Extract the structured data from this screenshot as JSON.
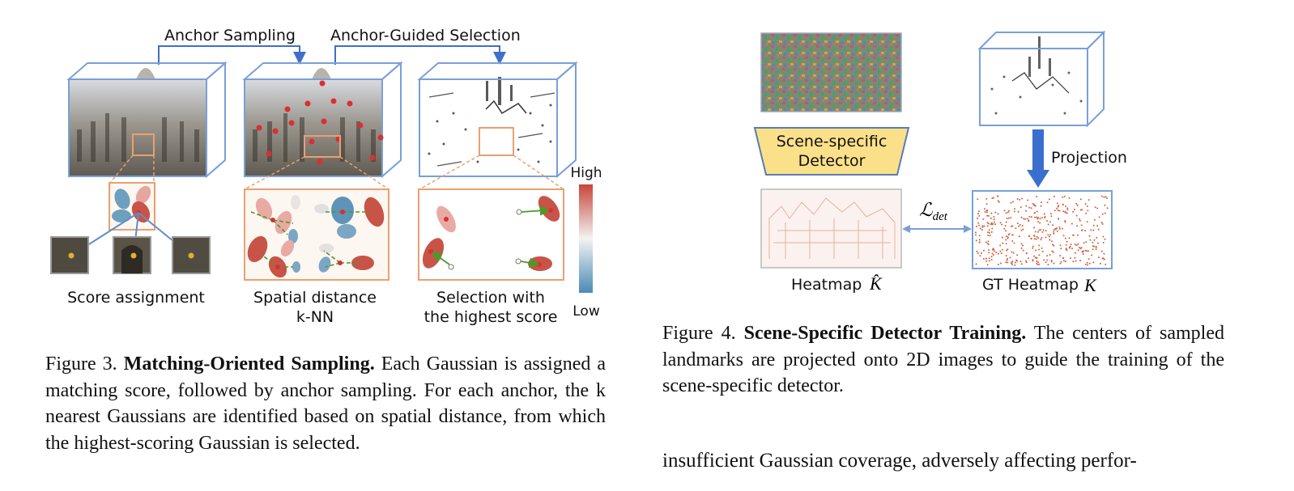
{
  "figure3": {
    "top_labels": {
      "anchor_sampling": "Anchor Sampling",
      "anchor_guided_selection": "Anchor-Guided Selection"
    },
    "panel_labels": {
      "score_assignment": "Score assignment",
      "spatial_distance_line1": "Spatial distance",
      "spatial_distance_line2": "k-NN",
      "selection_line1": "Selection with",
      "selection_line2": "the highest score"
    },
    "colorbar": {
      "high": "High",
      "low": "Low",
      "high_color": "#c8453a",
      "low_color": "#4a8bb5"
    },
    "caption": {
      "label": "Figure 3.",
      "title": "Matching-Oriented Sampling.",
      "text": "Each Gaussian is assigned a matching score, followed by anchor sampling. For each anchor, the k nearest Gaussians are identified based on spatial distance, from which the highest-scoring Gaussian is selected."
    }
  },
  "figure4": {
    "detector_label_line1": "Scene-specific",
    "detector_label_line2": "Detector",
    "projection_label": "Projection",
    "loss_label": "ℒ",
    "loss_subscript": "det",
    "heatmap_label": "Heatmap",
    "heatmap_symbol": "K̂",
    "gt_heatmap_label": "GT Heatmap",
    "gt_heatmap_symbol": "K",
    "caption": {
      "label": "Figure 4.",
      "title": "Scene-Specific Detector Training.",
      "text": "The centers of sampled landmarks are projected onto 2D images to guide the training of the scene-specific detector."
    }
  },
  "body_text": "insufficient Gaussian coverage, adversely affecting perfor-",
  "colors": {
    "box_blue": "#7a9fd8",
    "arrow_blue": "#3f6fc9",
    "orange": "#e8a070",
    "detector_fill": "#fbe08a",
    "dot_red": "#d93030"
  }
}
